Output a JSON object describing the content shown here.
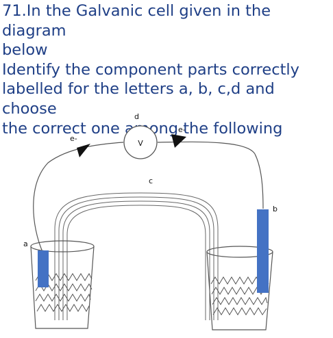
{
  "question": {
    "text": "71.In the Galvanic cell given in the diagram\nbelow\nIdentify the component parts correctly\nlabelled for the letters a, b, c,d and choose\nthe correct one among the following"
  },
  "diagram": {
    "voltmeter_symbol": "V",
    "labels": {
      "a": "a",
      "b": "b",
      "c": "c",
      "d": "d",
      "electron_left": "e-",
      "electron_right": "e-"
    },
    "colors": {
      "electrode": "#4472c4",
      "wire": "#444444",
      "text": "#1f3f86"
    }
  }
}
